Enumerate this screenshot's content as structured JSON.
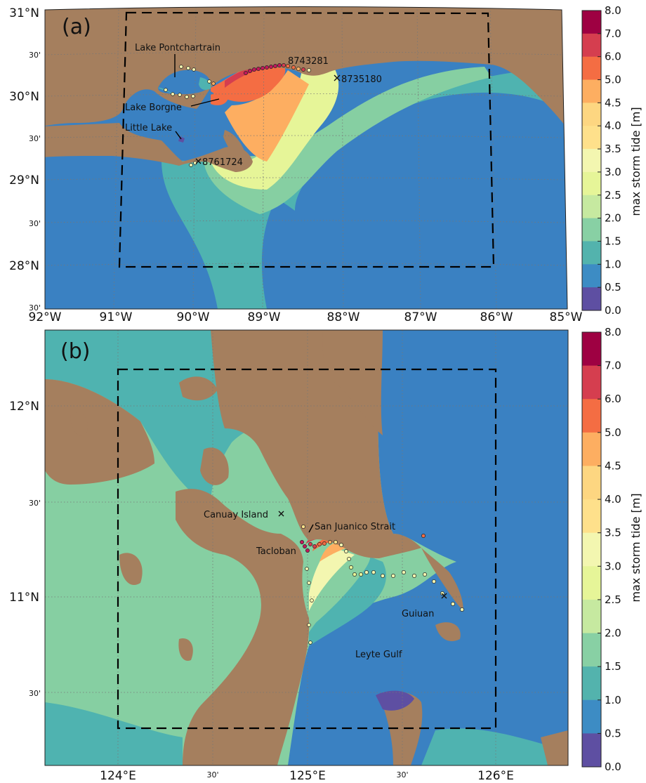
{
  "panels": [
    {
      "id": "a",
      "panel_label": "(a)",
      "y_ticks": [
        "31°N",
        "30'",
        "30°N",
        "30'",
        "29°N",
        "30'",
        "28°N",
        "30'"
      ],
      "x_ticks": [
        "92°W",
        "91°W",
        "90°W",
        "89°W",
        "88°W",
        "87°W",
        "86°W",
        "85°W"
      ],
      "places": [
        "Lake Pontchartrain",
        "Lake Borgne",
        "Little Lake"
      ],
      "stations": [
        "8743281",
        "8735180",
        "8761724"
      ]
    },
    {
      "id": "b",
      "panel_label": "(b)",
      "y_ticks": [
        "12°N",
        "30'",
        "11°N",
        "30'"
      ],
      "x_ticks": [
        "124°E",
        "30'",
        "125°E",
        "30'",
        "126°E"
      ],
      "places": [
        "Canuay Island",
        "San Juanico Strait",
        "Tacloban",
        "Guiuan",
        "Leyte Gulf"
      ]
    }
  ],
  "colorbar": {
    "title": "max storm tide [m]",
    "ticks": [
      "8.0",
      "7.0",
      "6.0",
      "5.0",
      "4.5",
      "4.0",
      "3.5",
      "3.0",
      "2.5",
      "2.0",
      "1.5",
      "1.0",
      "0.5",
      "0.0"
    ],
    "colors": [
      "#9e0142",
      "#d53e4f",
      "#f46d43",
      "#fdae61",
      "#fdd681",
      "#fee08b",
      "#f3f6b0",
      "#e6f598",
      "#c6e9a0",
      "#88d0a4",
      "#53b3ad",
      "#3d8cc4",
      "#5e4fa2"
    ]
  },
  "colors": {
    "land": "#a57f5e",
    "deep_water": "#3a81c2",
    "teal": "#4fb3b0",
    "light_green": "#86cfa2"
  }
}
